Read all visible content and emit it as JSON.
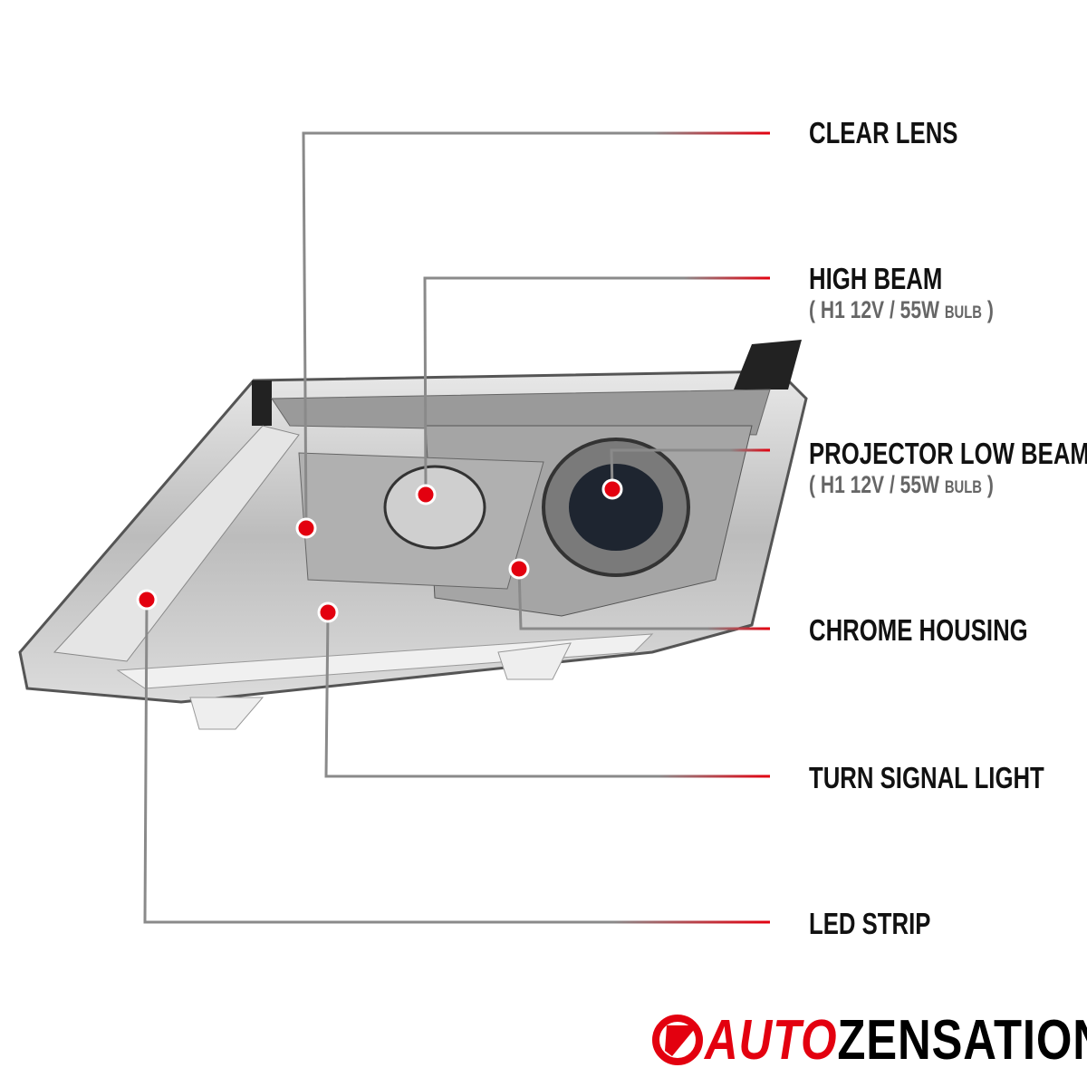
{
  "callouts": [
    {
      "label": "CLEAR LENS"
    },
    {
      "label": "HIGH BEAM",
      "sub_main": "( H1  12V / 55W",
      "sub_small": "BULB",
      "sub_close": ")"
    },
    {
      "label": "PROJECTOR LOW BEAM",
      "sub_main": "( H1  12V / 55W",
      "sub_small": "BULB",
      "sub_close": ")"
    },
    {
      "label": "CHROME HOUSING"
    },
    {
      "label": "TURN SIGNAL LIGHT"
    },
    {
      "label": "LED STRIP"
    }
  ],
  "brand": {
    "part1": "AUTO",
    "part2": "ZENSATION"
  },
  "colors": {
    "accent": "#e3000f",
    "line": "#8a8a8a",
    "text": "#111111"
  }
}
